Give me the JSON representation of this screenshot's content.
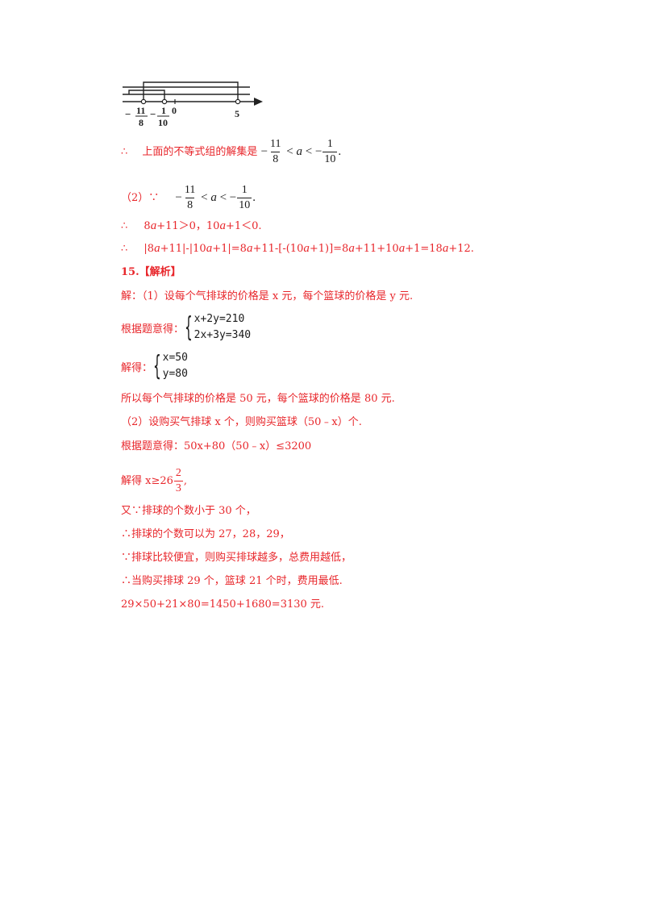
{
  "number_line": {
    "labels": {
      "minus_sign_1": "−",
      "tick1_num": "11",
      "tick1_den": "8",
      "minus_sign_2": "−",
      "tick2_num": "1",
      "tick2_den": "10",
      "zero": "0",
      "five": "5"
    }
  },
  "line1": {
    "therefore": "∴",
    "text": "上面的不等式组的解集是",
    "neg1": "−",
    "f1_num": "11",
    "f1_den": "8",
    "rel1": " < ",
    "var": "a",
    "rel2": " < −",
    "f2_num": "1",
    "f2_den": "10",
    "end": "."
  },
  "line2": {
    "prefix": "（2）∵",
    "neg1": "−",
    "f1_num": "11",
    "f1_den": "8",
    "rel1": " < ",
    "var": "a",
    "rel2": " < −",
    "f2_num": "1",
    "f2_den": "10",
    "end": "."
  },
  "line3": {
    "therefore": "∴",
    "p1": "8",
    "a1": "a",
    "p2": "+11＞0，10",
    "a2": "a",
    "p3": "+1＜0."
  },
  "line4": {
    "therefore": "∴",
    "p1": "|8",
    "a1": "a",
    "p2": "+11|-|10",
    "a2": "a",
    "p3": "+1|=8",
    "a3": "a",
    "p4": "+11-[-(10",
    "a4": "a",
    "p5": "+1)]=8",
    "a5": "a",
    "p6": "+11+10",
    "a6": "a",
    "p7": "+1=18",
    "a7": "a",
    "p8": "+12."
  },
  "q15_title": "15.【解析】",
  "sol1": "解：（1）设每个气排球的价格是 x 元，每个篮球的价格是 y 元.",
  "eq_prefix": "根据题意得：",
  "eq_system": [
    "x+2y=210",
    "2x+3y=340"
  ],
  "sol_prefix": "解得：",
  "sol_system": [
    "x=50",
    "y=80"
  ],
  "conclusion1": "所以每个气排球的价格是 50 元，每个篮球的价格是 80 元.",
  "part2": "（2）设购买气排球 x 个，则购买篮球（50﹣x）个.",
  "inequality": "根据题意得：50x+80（50﹣x）≤3200",
  "solve_prefix": "解得 x≥26",
  "solve_frac_num": "2",
  "solve_frac_den": "3",
  "solve_end": ",",
  "l_also": "又∵排球的个数小于 30 个，",
  "l_count": "∴排球的个数可以为 27，28，29，",
  "l_cheaper": "∵排球比较便宜，则购买排球越多，总费用越低，",
  "l_buy": "∴当购买排球 29 个，篮球 21 个时，费用最低.",
  "l_cost": "29×50+21×80=1450+1680=3130 元."
}
